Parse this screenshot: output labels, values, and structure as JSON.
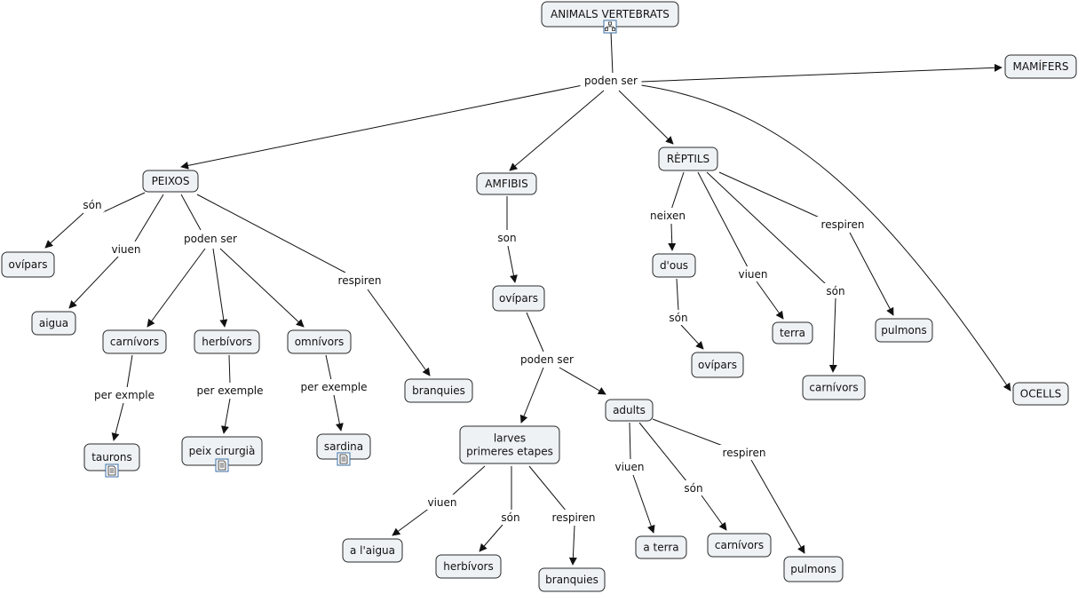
{
  "concept_map": {
    "nodes": {
      "root": {
        "lines": [
          "ANIMALS VERTEBRATS"
        ]
      },
      "mamifers": {
        "lines": [
          "MAMÍFERS"
        ]
      },
      "peixos": {
        "lines": [
          "PEIXOS"
        ]
      },
      "amfibis": {
        "lines": [
          "AMFIBIS"
        ]
      },
      "reptils": {
        "lines": [
          "RÈPTILS"
        ]
      },
      "ocells": {
        "lines": [
          "OCELLS"
        ]
      },
      "peix_ovipars": {
        "lines": [
          "ovípars"
        ]
      },
      "peix_aigua": {
        "lines": [
          "aigua"
        ]
      },
      "carnivors": {
        "lines": [
          "carnívors"
        ]
      },
      "herbivors": {
        "lines": [
          "herbívors"
        ]
      },
      "omnivors": {
        "lines": [
          "omnívors"
        ]
      },
      "branquies_peix": {
        "lines": [
          "branquies"
        ]
      },
      "taurons": {
        "lines": [
          "taurons"
        ]
      },
      "peix_cirurgia": {
        "lines": [
          "peix cirurgià"
        ]
      },
      "sardina": {
        "lines": [
          "sardina"
        ]
      },
      "amf_ovipars": {
        "lines": [
          "ovípars"
        ]
      },
      "larves": {
        "lines": [
          "larves",
          "primeres etapes"
        ]
      },
      "adults": {
        "lines": [
          "adults"
        ]
      },
      "a_laigua": {
        "lines": [
          "a l'aigua"
        ]
      },
      "larv_herbivors": {
        "lines": [
          "herbívors"
        ]
      },
      "larv_branquies": {
        "lines": [
          "branquies"
        ]
      },
      "a_terra": {
        "lines": [
          "a terra"
        ]
      },
      "adult_carnivors": {
        "lines": [
          "carnívors"
        ]
      },
      "adult_pulmons": {
        "lines": [
          "pulmons"
        ]
      },
      "dous": {
        "lines": [
          "d'ous"
        ]
      },
      "rept_ovipars": {
        "lines": [
          "ovípars"
        ]
      },
      "terra": {
        "lines": [
          "terra"
        ]
      },
      "rept_carnivors": {
        "lines": [
          "carnívors"
        ]
      },
      "rept_pulmons": {
        "lines": [
          "pulmons"
        ]
      }
    },
    "link_phrases": {
      "lp_root": "poden ser",
      "lp_peix_son": "són",
      "lp_peix_viuen": "viuen",
      "lp_peix_poden": "poden ser",
      "lp_peix_respiren": "respiren",
      "lp_carn_ex": "per exmple",
      "lp_herb_ex": "per exemple",
      "lp_omni_ex": "per exemple",
      "lp_amf_son": "son",
      "lp_amf_poden": "poden ser",
      "lp_larv_viuen": "viuen",
      "lp_larv_son": "són",
      "lp_larv_respiren": "respiren",
      "lp_adult_viuen": "viuen",
      "lp_adult_son": "són",
      "lp_adult_respiren": "respiren",
      "lp_rept_neixen": "neixen",
      "lp_dous_son": "són",
      "lp_rept_viuen": "viuen",
      "lp_rept_son": "són",
      "lp_rept_respiren": "respiren"
    },
    "icons": [
      {
        "node": "root",
        "name": "submap-icon"
      },
      {
        "node": "taurons",
        "name": "document-icon"
      },
      {
        "node": "peix_cirurgia",
        "name": "document-icon"
      },
      {
        "node": "sardina",
        "name": "document-icon"
      }
    ]
  }
}
